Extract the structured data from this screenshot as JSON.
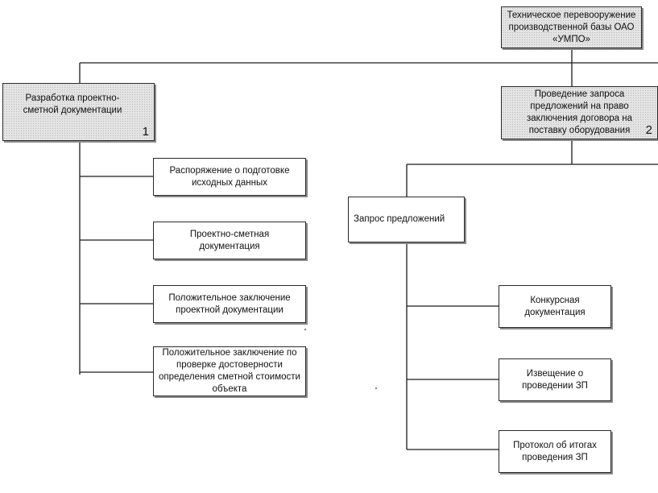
{
  "diagram": {
    "root": {
      "label": "Техническое перевооружение производственной базы ОАО «УМПО»"
    },
    "branch1": {
      "label": "Разработка проектно-сметной документации",
      "number": "1",
      "children": [
        "Распоряжение о подготовке исходных данных",
        "Проектно-сметная документация",
        "Положительное заключение проектной документации",
        "Положительное заключение по проверке достоверности определения сметной стоимости объекта"
      ]
    },
    "branch2": {
      "label": "Проведение запроса предложений на право заключения договора на поставку оборудования",
      "number": "2",
      "sub": {
        "label": "Запрос предложений",
        "children": [
          "Конкурсная документация",
          "Извещение о проведении ЗП",
          "Протокол об итогах проведения ЗП"
        ]
      }
    }
  },
  "colors": {
    "line": "#1a1a1a",
    "box_border": "#2a2a2a",
    "shade": "#e4e4e4"
  }
}
